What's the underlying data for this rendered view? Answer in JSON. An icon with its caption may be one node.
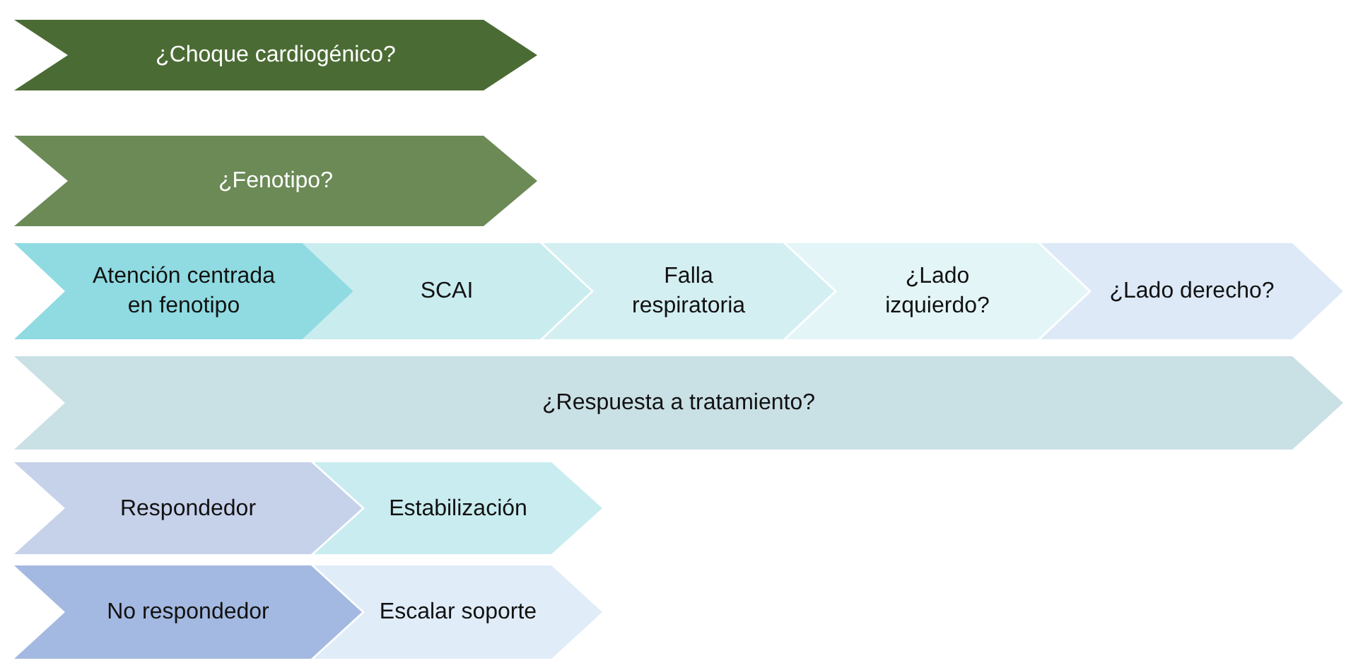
{
  "diagram": {
    "nodes": [
      {
        "text": [
          "¿Choque cardiogénico?"
        ]
      },
      {
        "text": [
          "¿Fenotipo?"
        ]
      },
      {
        "text": [
          "Atención centrada en fenotipo"
        ]
      },
      {
        "text": [
          "SCAI"
        ]
      },
      {
        "text": [
          "Falla respiratoria"
        ]
      },
      {
        "text": [
          "¿Lado izquierdo?"
        ]
      },
      {
        "text": [
          "¿Lado derecho?"
        ]
      },
      {
        "text": [
          "¿Respuesta a tratamiento?"
        ]
      },
      {
        "text": [
          "Respondedor"
        ]
      },
      {
        "text": [
          "Estabilización"
        ]
      },
      {
        "text": [
          "No respondedor"
        ]
      },
      {
        "text": [
          "Escalar soporte"
        ]
      }
    ]
  }
}
